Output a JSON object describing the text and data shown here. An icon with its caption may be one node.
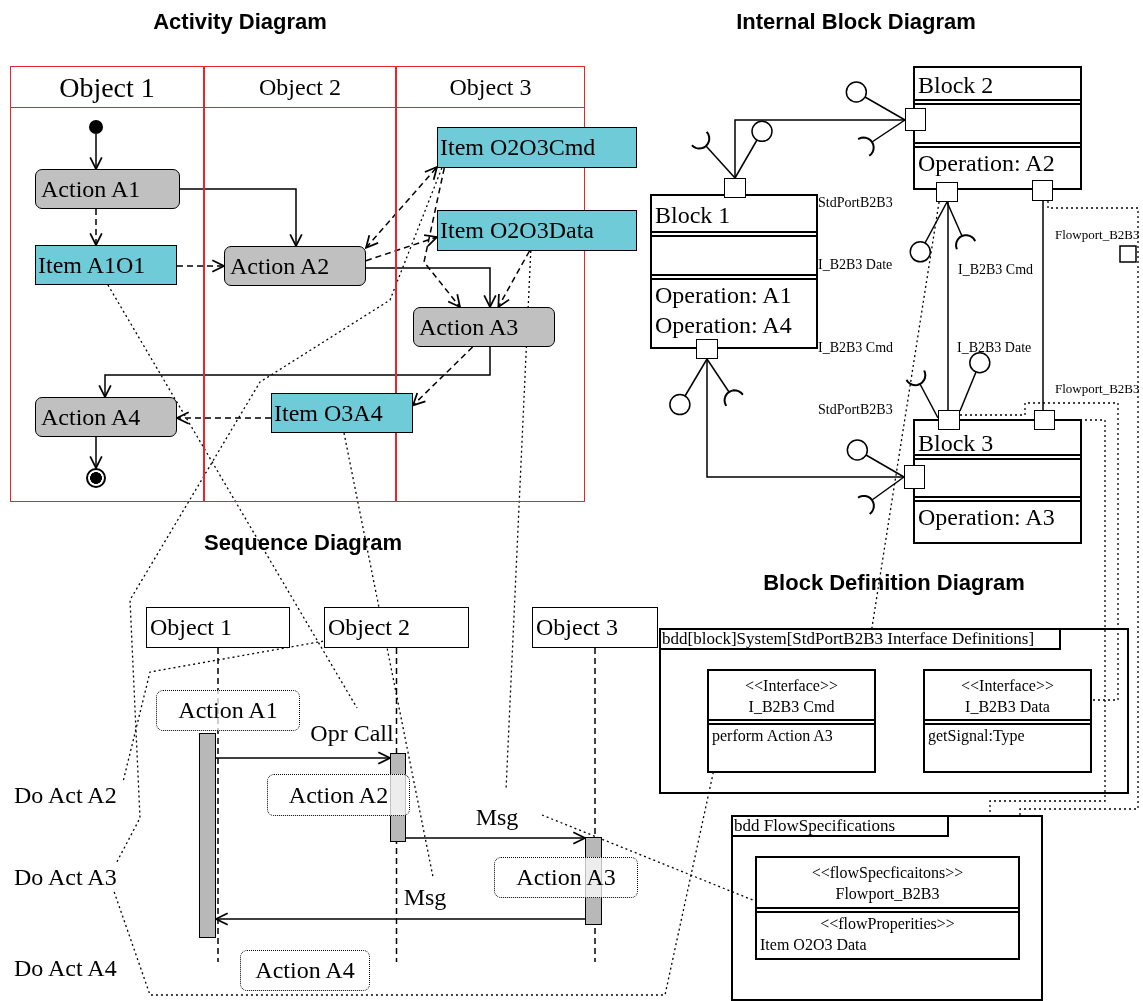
{
  "diagram": {
    "nodes": [
      {
        "text": [
          "Object 1"
        ]
      },
      {
        "text": [
          "Object 2"
        ]
      },
      {
        "text": [
          "Object 3"
        ]
      },
      {
        "text": [],
        "shape": "circle",
        "in": 0
      },
      {
        "text": [
          "Action A1"
        ],
        "in": 0
      },
      {
        "text": [
          "Item A1O1"
        ],
        "in": 0
      },
      {
        "text": [
          "Action A2"
        ],
        "in": 1
      },
      {
        "text": [
          "Item O2O3Cmd"
        ]
      },
      {
        "text": [
          "Item O2O3Data"
        ]
      },
      {
        "text": [
          "Action A3"
        ],
        "in": 2
      },
      {
        "text": [
          "Item O3A4"
        ]
      },
      {
        "text": [
          "Action A4"
        ],
        "in": 0
      },
      {
        "text": [],
        "shape": "circle",
        "in": 0
      },
      {
        "text": [
          "Block 1",
          "Operation: A1",
          "Operation: A4"
        ]
      },
      {
        "text": [
          "Block 2",
          "Operation: A2"
        ]
      },
      {
        "text": [
          "Block 3",
          "Operation: A3"
        ]
      },
      {
        "text": [],
        "shape": "box"
      },
      {
        "text": [],
        "shape": "box"
      },
      {
        "text": [],
        "shape": "box"
      },
      {
        "text": [],
        "shape": "box"
      },
      {
        "text": [],
        "shape": "box"
      },
      {
        "text": [],
        "shape": "box"
      },
      {
        "text": [],
        "shape": "box"
      },
      {
        "text": [],
        "shape": "box"
      },
      {
        "text": [
          "Object 1"
        ]
      },
      {
        "text": [
          "Object 2"
        ]
      },
      {
        "text": [
          "Object 3"
        ]
      },
      {
        "text": [],
        "shape": "bar"
      },
      {
        "text": [],
        "shape": "bar"
      },
      {
        "text": [],
        "shape": "bar"
      },
      {
        "text": [
          "Action A1"
        ]
      },
      {
        "text": [
          "Action A2"
        ]
      },
      {
        "text": [
          "Action A3"
        ]
      },
      {
        "text": [
          "Action A4"
        ]
      },
      {
        "text": [
          "Do Act A2"
        ]
      },
      {
        "text": [
          "Do Act A3"
        ]
      },
      {
        "text": [
          "bdd[block]System[StdPortB2B3 Interface Definitions]"
        ]
      },
      {
        "text": [
          "<<Interface>>",
          "I_B2B3 Cmd",
          "perform Action A3"
        ],
        "in": 36
      },
      {
        "text": [
          "<<Interface>>",
          "I_B2B3 Data",
          "getSignal:Type"
        ],
        "in": 36
      },
      {
        "text": [
          "bdd FlowSpecifications"
        ]
      },
      {
        "text": [
          "<<flowSpecficaitons>>",
          "Flowport_B2B3",
          "<<flowProperities>>",
          "Item O2O3 Data"
        ],
        "in": 39
      }
    ],
    "edges": [
      {
        "from": 3,
        "to": 4,
        "arrow": "to"
      },
      {
        "from": 4,
        "to": 5,
        "arrow": "to",
        "style": "dashed"
      },
      {
        "from": 4,
        "to": 6,
        "arrow": "to"
      },
      {
        "from": 5,
        "to": 6,
        "arrow": "to",
        "style": "dashed"
      },
      {
        "from": 6,
        "to": 7,
        "arrow": "both",
        "style": "dashed"
      },
      {
        "from": 6,
        "to": 8,
        "arrow": "to",
        "style": "dashed"
      },
      {
        "from": 7,
        "to": 9,
        "arrow": "to",
        "style": "dashed"
      },
      {
        "from": 8,
        "to": 9,
        "arrow": "to",
        "style": "dashed"
      },
      {
        "from": 6,
        "to": 9,
        "arrow": "to"
      },
      {
        "from": 9,
        "to": 11,
        "arrow": "to"
      },
      {
        "from": 9,
        "to": 10,
        "arrow": "to",
        "style": "dashed"
      },
      {
        "from": 10,
        "to": 11,
        "arrow": "to",
        "style": "dashed"
      },
      {
        "from": 11,
        "to": 12,
        "arrow": "to"
      },
      {
        "from": 16,
        "to": 18,
        "arrow": "none"
      },
      {
        "from": 19,
        "to": 21,
        "arrow": "none"
      },
      {
        "from": 20,
        "to": 22,
        "arrow": "none"
      },
      {
        "from": 17,
        "to": 23,
        "arrow": "none"
      },
      {
        "from": 27,
        "to": 28,
        "arrow": "to",
        "label": "Opr Call"
      },
      {
        "from": 28,
        "to": 29,
        "arrow": "to",
        "label": "Msg"
      },
      {
        "from": 29,
        "to": 27,
        "arrow": "to",
        "label": "Msg"
      },
      {
        "from": 5,
        "to": null,
        "arrow": "none",
        "style": "dashed"
      },
      {
        "from": 7,
        "to": 35,
        "arrow": "none",
        "style": "dashed"
      },
      {
        "from": 34,
        "to": 25,
        "arrow": "none",
        "style": "dashed"
      },
      {
        "from": 10,
        "to": null,
        "arrow": "none",
        "style": "dashed"
      },
      {
        "from": 8,
        "to": null,
        "arrow": "none",
        "style": "dashed"
      },
      {
        "from": 35,
        "to": 37,
        "arrow": "none",
        "style": "dashed"
      },
      {
        "from": null,
        "to": 40,
        "arrow": "none",
        "style": "dashed"
      },
      {
        "from": 19,
        "to": 36,
        "arrow": "none",
        "style": "dashed"
      },
      {
        "from": 20,
        "to": 39,
        "arrow": "none",
        "style": "dashed"
      },
      {
        "from": 21,
        "to": 38,
        "arrow": "none",
        "style": "dashed"
      },
      {
        "from": 22,
        "to": 39,
        "arrow": "none",
        "style": "dashed"
      }
    ],
    "labels": [
      "Activity Diagram",
      "Internal Block Diagram",
      "StdPortB2B3",
      "Flowport_B2B3",
      "I_B2B3 Date",
      "I_B2B3 Cmd",
      "I_B2B3 Cmd",
      "I_B2B3 Date",
      "Flowport_B2B3",
      "StdPortB2B3",
      "Sequence Diagram",
      "Block Definition Diagram",
      "Do Act A4"
    ]
  }
}
